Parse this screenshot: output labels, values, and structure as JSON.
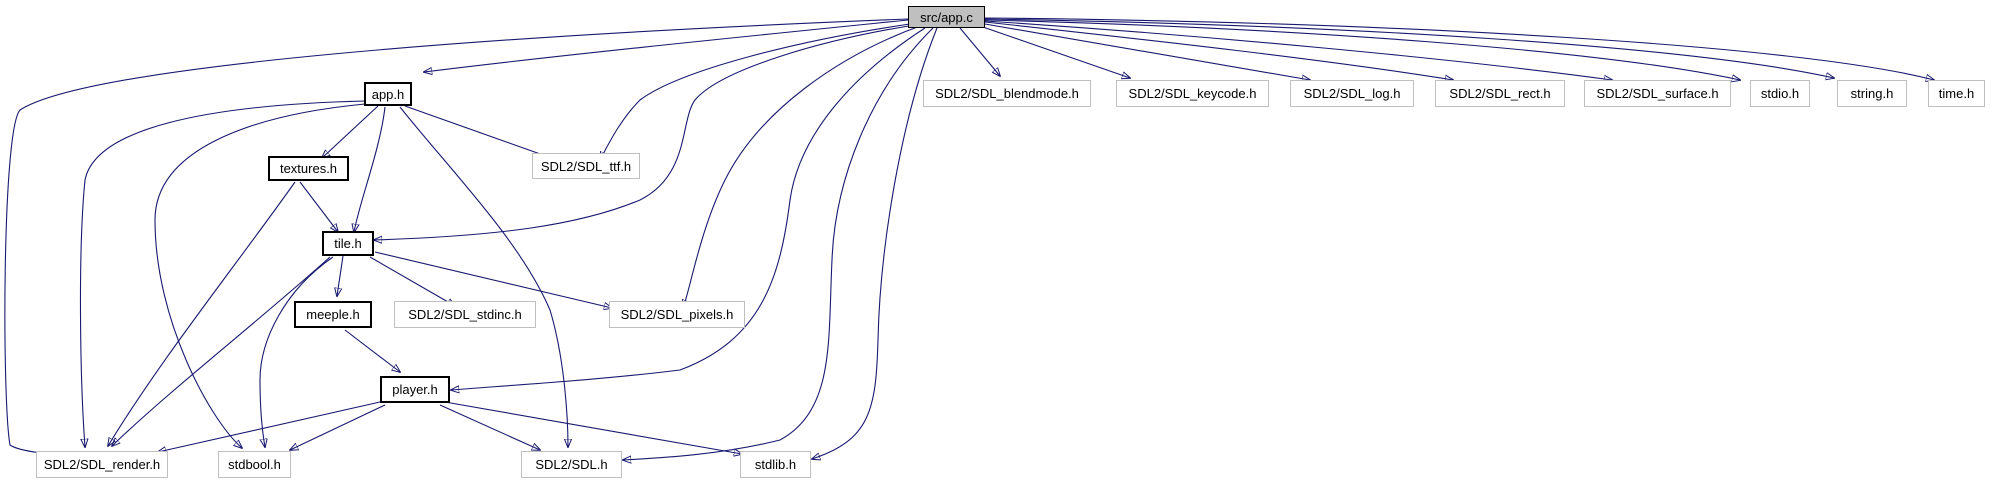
{
  "graph": {
    "nodes": {
      "src_app_c": "src/app.c",
      "app_h": "app.h",
      "textures_h": "textures.h",
      "tile_h": "tile.h",
      "meeple_h": "meeple.h",
      "player_h": "player.h",
      "sdl_ttf_h": "SDL2/SDL_ttf.h",
      "sdl_stdinc_h": "SDL2/SDL_stdinc.h",
      "sdl_pixels_h": "SDL2/SDL_pixels.h",
      "sdl_blendmode_h": "SDL2/SDL_blendmode.h",
      "sdl_keycode_h": "SDL2/SDL_keycode.h",
      "sdl_log_h": "SDL2/SDL_log.h",
      "sdl_rect_h": "SDL2/SDL_rect.h",
      "sdl_surface_h": "SDL2/SDL_surface.h",
      "stdio_h": "stdio.h",
      "string_h": "string.h",
      "time_h": "time.h",
      "sdl_render_h": "SDL2/SDL_render.h",
      "stdbool_h": "stdbool.h",
      "sdl_h": "SDL2/SDL.h",
      "stdlib_h": "stdlib.h"
    },
    "colors": {
      "edge": "#191970",
      "root_fill": "#bfbfbf",
      "local_border": "#000000",
      "system_border": "#bfbfbf"
    }
  }
}
